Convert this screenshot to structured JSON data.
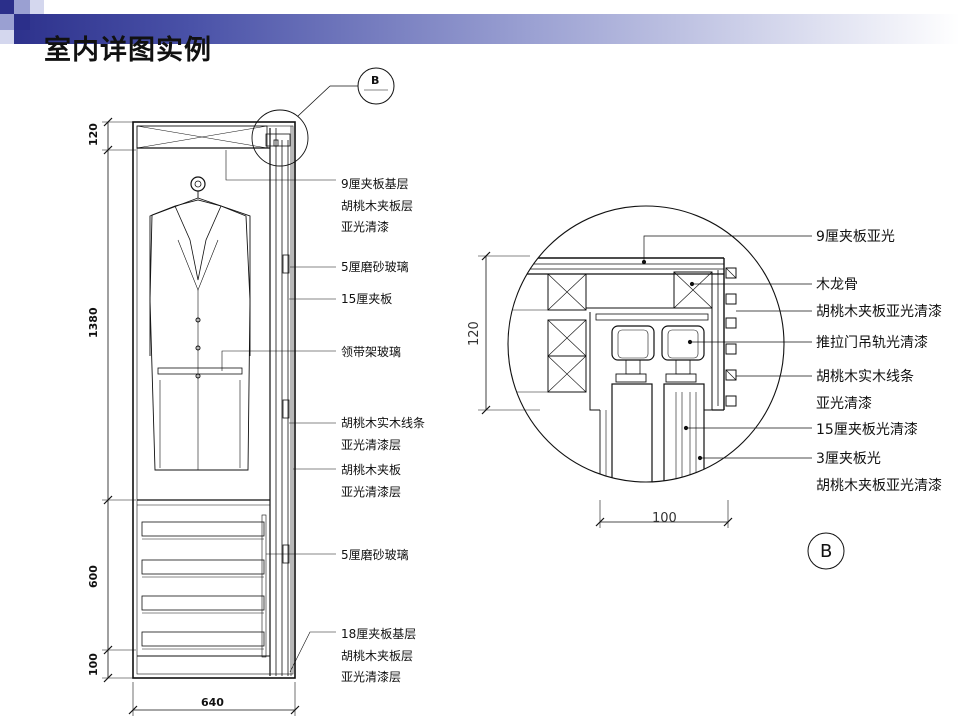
{
  "title": "室内详图实例",
  "elevation": {
    "dims_vertical": [
      "120",
      "1380",
      "600",
      "100"
    ],
    "dim_width": "640",
    "callout_letter": "B",
    "labels": [
      "9厘夹板基层",
      "胡桃木夹板层",
      "亚光清漆",
      "5厘磨砂玻璃",
      "15厘夹板",
      "领带架玻璃",
      "胡桃木实木线条",
      "亚光清漆层",
      "胡桃木夹板",
      "亚光清漆层",
      "5厘磨砂玻璃",
      "18厘夹板基层",
      "胡桃木夹板层",
      "亚光清漆层"
    ]
  },
  "detail": {
    "dim_height": "120",
    "dim_width": "100",
    "letter": "B",
    "labels": [
      "9厘夹板亚光",
      "木龙骨",
      "胡桃木夹板亚光清漆",
      "推拉门吊轨光清漆",
      "胡桃木实木线条",
      "亚光清漆",
      "15厘夹板光清漆",
      "3厘夹板光",
      "胡桃木夹板亚光清漆"
    ]
  }
}
